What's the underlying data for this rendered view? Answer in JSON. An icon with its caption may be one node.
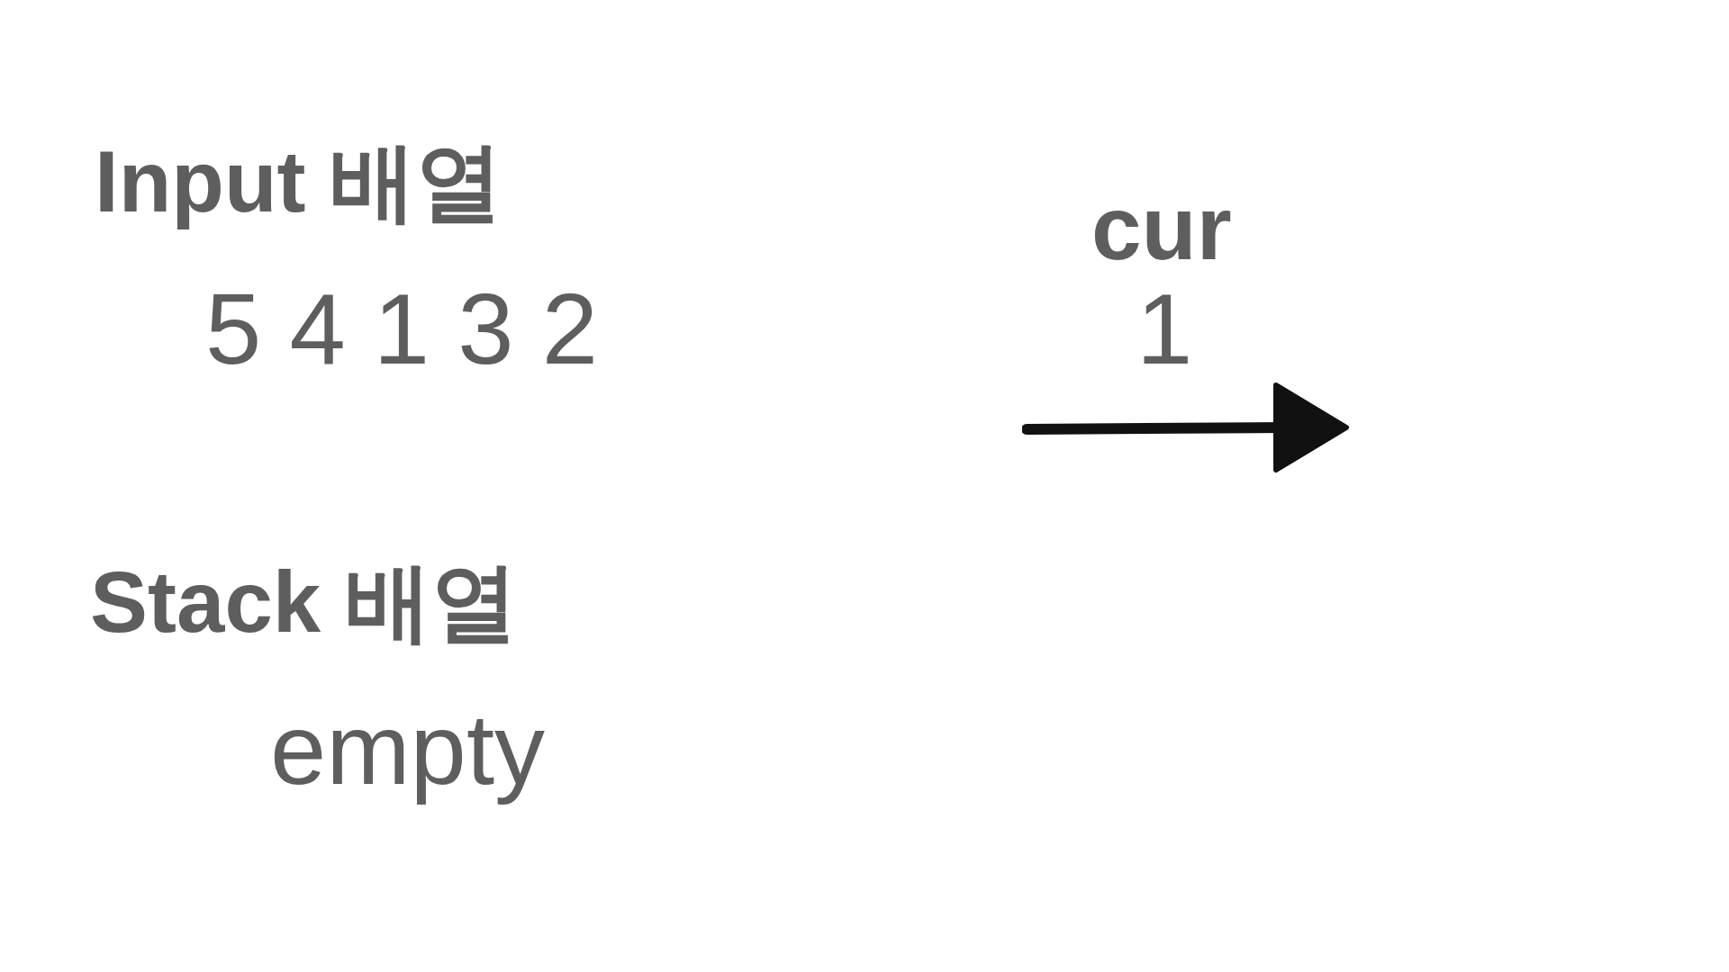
{
  "diagram": {
    "labels": [
      "Input 배열",
      "5 4 1 3 2",
      "cur",
      "1",
      "Stack 배열",
      "empty"
    ]
  }
}
